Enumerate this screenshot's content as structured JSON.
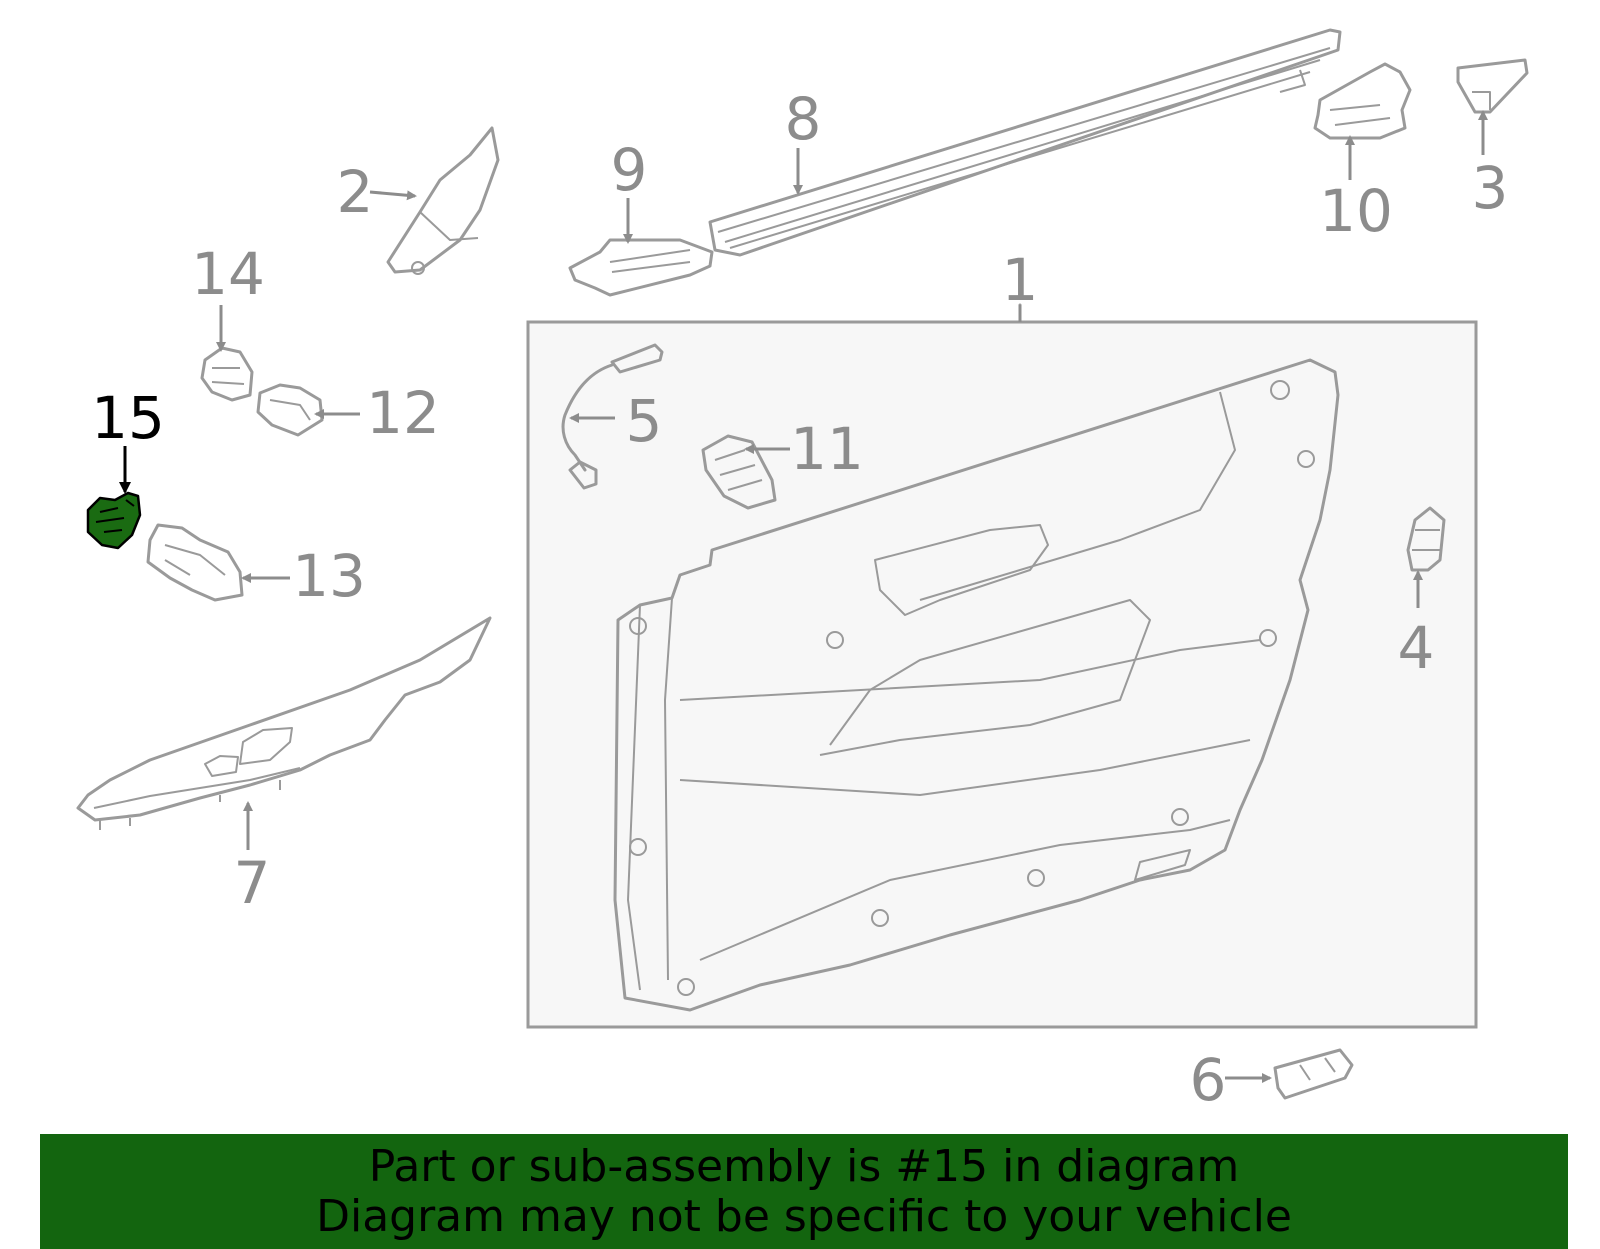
{
  "callouts": [
    {
      "id": "1",
      "text": "1",
      "highlighted": false
    },
    {
      "id": "2",
      "text": "2",
      "highlighted": false
    },
    {
      "id": "3",
      "text": "3",
      "highlighted": false
    },
    {
      "id": "4",
      "text": "4",
      "highlighted": false
    },
    {
      "id": "5",
      "text": "5",
      "highlighted": false
    },
    {
      "id": "6",
      "text": "6",
      "highlighted": false
    },
    {
      "id": "7",
      "text": "7",
      "highlighted": false
    },
    {
      "id": "8",
      "text": "8",
      "highlighted": false
    },
    {
      "id": "9",
      "text": "9",
      "highlighted": false
    },
    {
      "id": "10",
      "text": "10",
      "highlighted": false
    },
    {
      "id": "11",
      "text": "11",
      "highlighted": false
    },
    {
      "id": "12",
      "text": "12",
      "highlighted": false
    },
    {
      "id": "13",
      "text": "13",
      "highlighted": false
    },
    {
      "id": "14",
      "text": "14",
      "highlighted": false
    },
    {
      "id": "15",
      "text": "15",
      "highlighted": true
    }
  ],
  "banner": {
    "line1": "Part or sub-assembly is #15 in diagram",
    "line2": "Diagram may not be specific to your vehicle"
  },
  "colors": {
    "banner_bg": "#13650f",
    "highlight_part": "#1a6b12",
    "line_gray": "#9a9a9a",
    "label_gray": "#8c8c8c"
  }
}
